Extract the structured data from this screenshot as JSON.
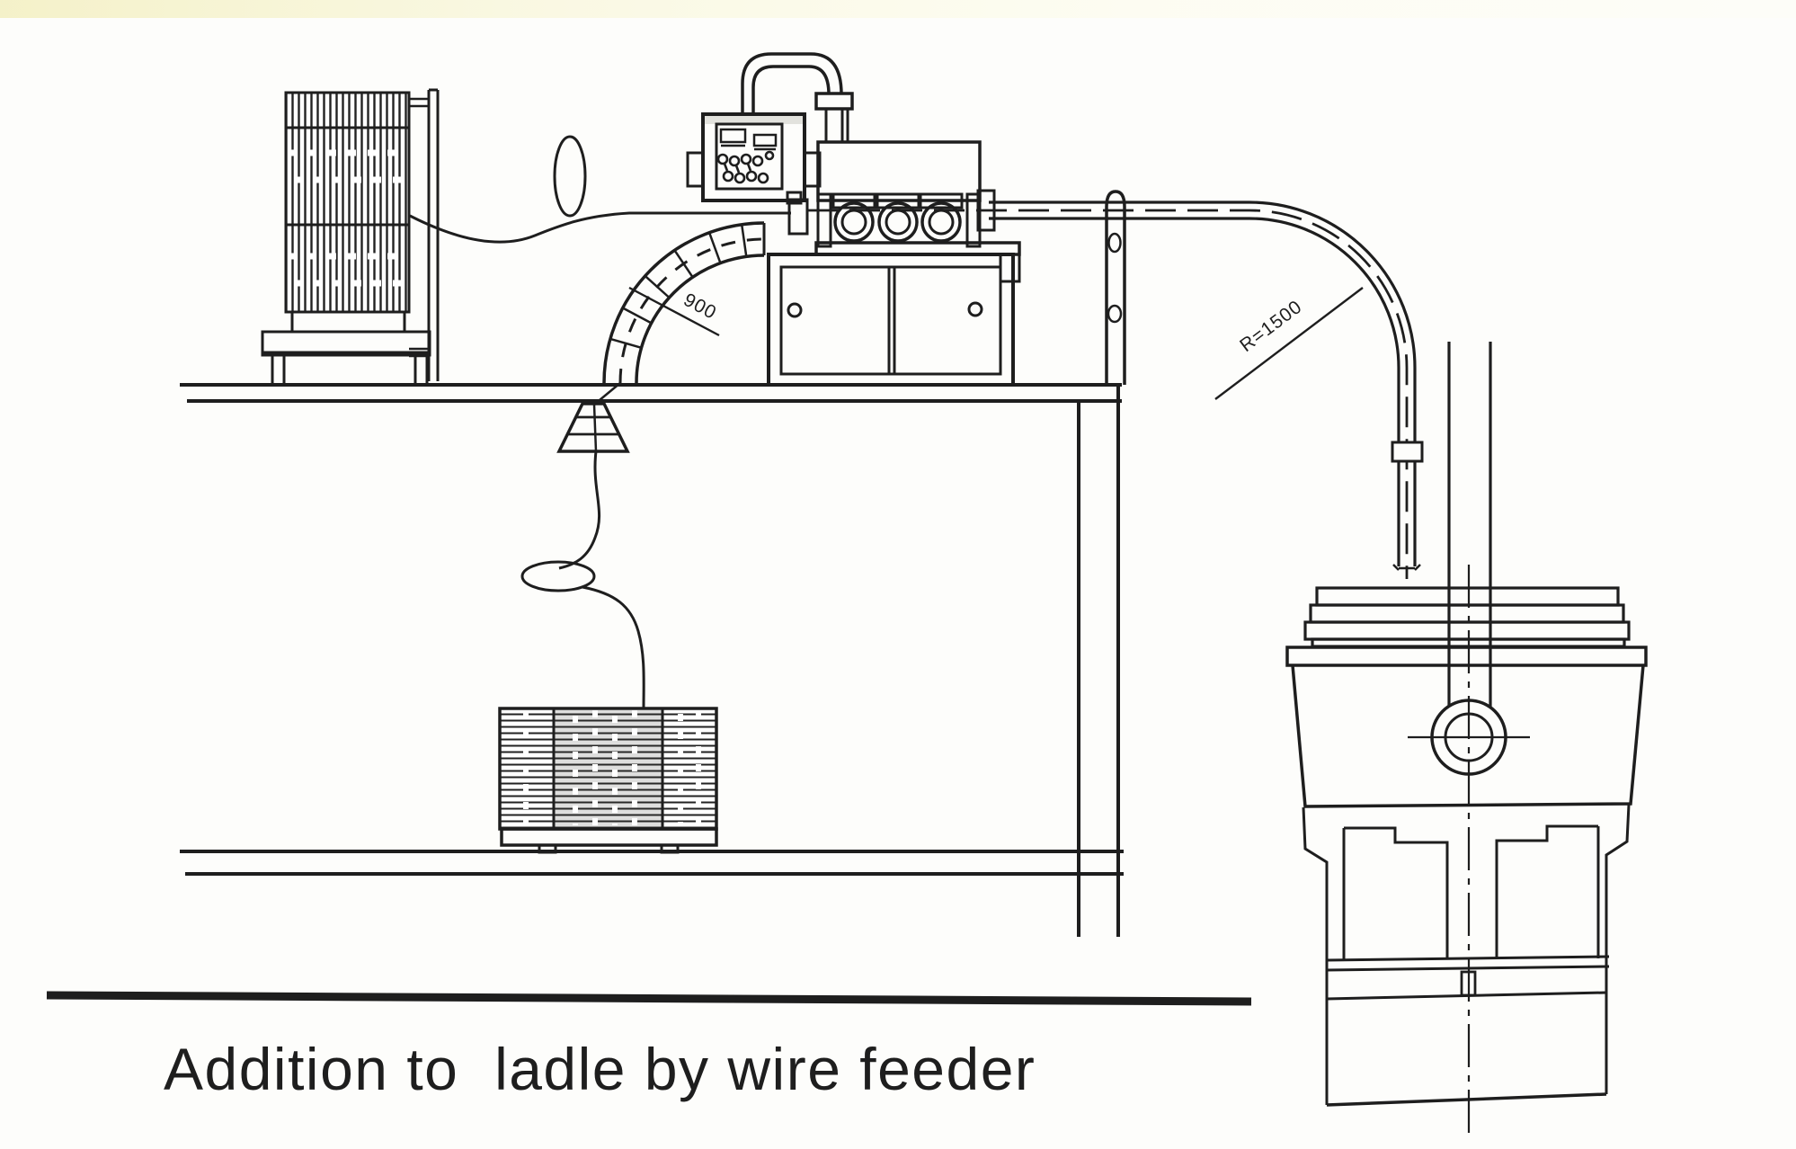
{
  "diagram": {
    "caption": "Addition to  ladle by wire feeder",
    "dimensions": {
      "guide_bend_radius": "900",
      "conduit_bend_radius": "R=1500"
    },
    "colors": {
      "ink": "#1e1e1e",
      "paper": "#fdfdfb",
      "scan_tint": "#f3efc0"
    }
  }
}
